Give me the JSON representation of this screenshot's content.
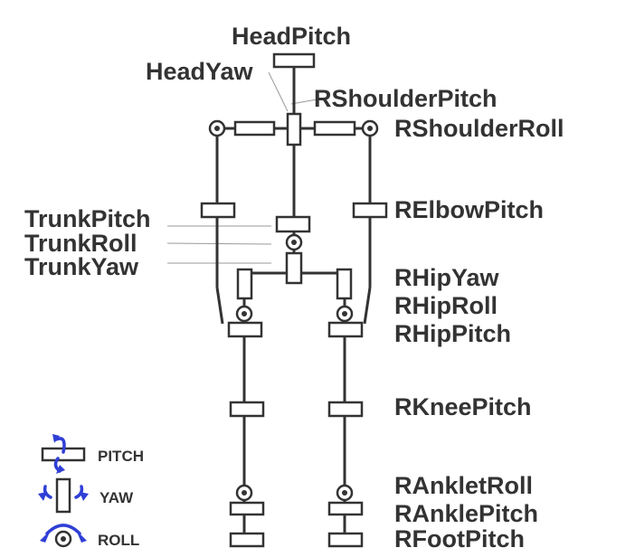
{
  "joints": {
    "head_pitch": "HeadPitch",
    "head_yaw": "HeadYaw",
    "r_shoulder_pitch": "RShoulderPitch",
    "r_shoulder_roll": "RShoulderRoll",
    "r_elbow_pitch": "RElbowPitch",
    "trunk_pitch": "TrunkPitch",
    "trunk_roll": "TrunkRoll",
    "trunk_yaw": "TrunkYaw",
    "r_hip_yaw": "RHipYaw",
    "r_hip_roll": "RHipRoll",
    "r_hip_pitch": "RHipPitch",
    "r_knee_pitch": "RKneePitch",
    "r_ankle_roll": "RAnkletRoll",
    "r_ankle_pitch": "RAnklePitch",
    "r_foot_pitch": "RFootPitch"
  },
  "legend": {
    "pitch": "PITCH",
    "yaw": "YAW",
    "roll": "ROLL"
  },
  "colors": {
    "lines": "#333333",
    "arrows": "#2f3fd6",
    "background": "#ffffff"
  }
}
